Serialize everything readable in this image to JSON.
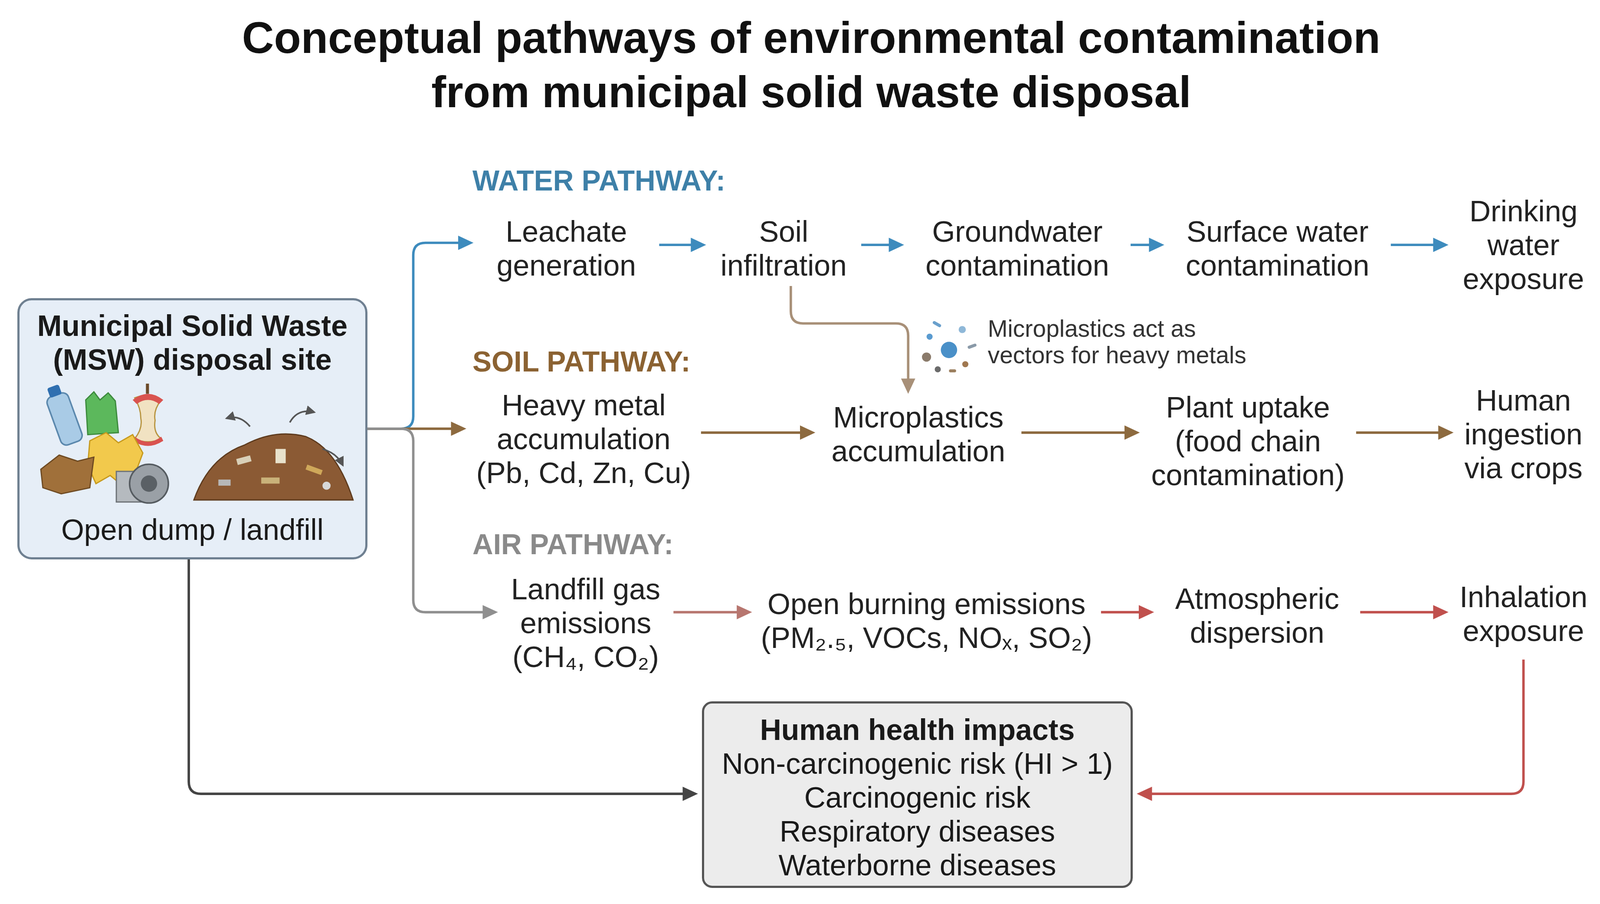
{
  "diagram": {
    "title": "Conceptual pathways of environmental contamination from municipal solid waste disposal",
    "nodes": [
      {
        "text": [
          "Municipal Solid Waste (MSW) disposal site",
          "Open dump / landfill"
        ]
      },
      {
        "text": [
          "Leachate generation"
        ]
      },
      {
        "text": [
          "Soil infiltration"
        ]
      },
      {
        "text": [
          "Groundwater contamination"
        ]
      },
      {
        "text": [
          "Surface water contamination"
        ]
      },
      {
        "text": [
          "Drinking water exposure"
        ]
      },
      {
        "text": [
          "Heavy metal accumulation (Pb, Cd, Zn, Cu)"
        ]
      },
      {
        "text": [
          "Microplastics accumulation"
        ]
      },
      {
        "text": [
          "Plant uptake (food chain contamination)"
        ]
      },
      {
        "text": [
          "Human ingestion via crops"
        ]
      },
      {
        "text": [
          "Landfill gas emissions (CH₄, CO₂)"
        ]
      },
      {
        "text": [
          "Open burning emissions (PM₂.₅, VOCs, NOₓ, SO₂)"
        ]
      },
      {
        "text": [
          "Atmospheric dispersion"
        ]
      },
      {
        "text": [
          "Inhalation exposure"
        ]
      },
      {
        "text": [
          "Human health impacts",
          "Non-carcinogenic risk (HI > 1)",
          "Carcinogenic risk",
          "Respiratory diseases",
          "Waterborne diseases"
        ]
      }
    ],
    "edges": [
      {
        "from": 0,
        "to": 1,
        "arrow": "to"
      },
      {
        "from": 0,
        "to": 6,
        "arrow": "to"
      },
      {
        "from": 0,
        "to": 10,
        "arrow": "to"
      },
      {
        "from": 1,
        "to": 2,
        "arrow": "to"
      },
      {
        "from": 2,
        "to": 3,
        "arrow": "to"
      },
      {
        "from": 3,
        "to": 4,
        "arrow": "to"
      },
      {
        "from": 4,
        "to": 5,
        "arrow": "to"
      },
      {
        "from": 2,
        "to": 7,
        "arrow": "to"
      },
      {
        "from": 6,
        "to": 7,
        "arrow": "to"
      },
      {
        "from": 7,
        "to": 8,
        "arrow": "to"
      },
      {
        "from": 8,
        "to": 9,
        "arrow": "to"
      },
      {
        "from": 10,
        "to": 11,
        "arrow": "to"
      },
      {
        "from": 11,
        "to": 12,
        "arrow": "to"
      },
      {
        "from": 12,
        "to": 13,
        "arrow": "to"
      },
      {
        "from": 13,
        "to": 14,
        "arrow": "to"
      },
      {
        "from": 0,
        "to": 14,
        "arrow": "to"
      }
    ],
    "labels": [
      "WATER PATHWAY:",
      "SOIL PATHWAY:",
      "AIR PATHWAY:",
      "Microplastics act as vectors for heavy metals"
    ]
  }
}
